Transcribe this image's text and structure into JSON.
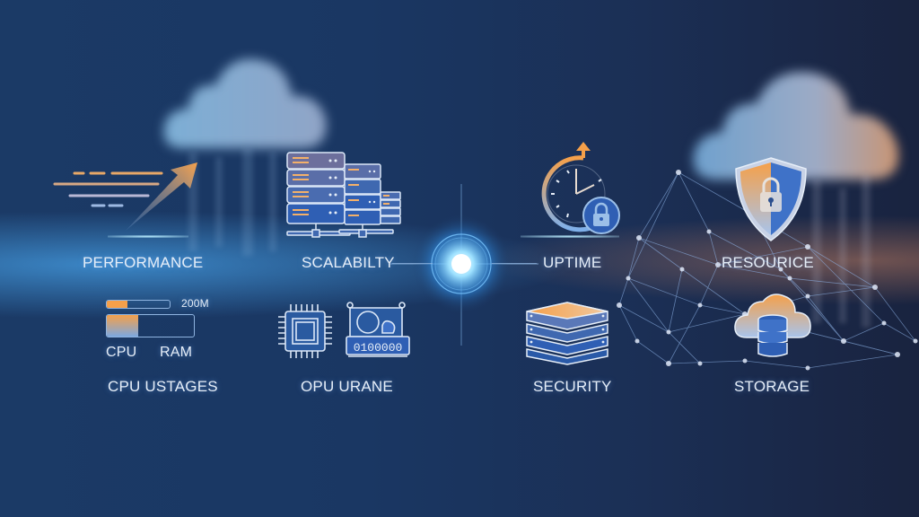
{
  "colors": {
    "background_left": "#1b3a66",
    "background_right": "#19233f",
    "accent_orange": "#f5a04a",
    "accent_blue": "#3b78d0",
    "glow": "#7fd4ff",
    "text": "#e6eef8"
  },
  "top_row": [
    {
      "id": "performance",
      "label": "PERFORMANCE",
      "icon": "rising-arrow-icon"
    },
    {
      "id": "scalability",
      "label": "SCALABILTY",
      "icon": "server-rack-icon"
    },
    {
      "id": "uptime",
      "label": "UPTIME",
      "icon": "clock-lock-icon"
    },
    {
      "id": "resource",
      "label": "RESOURICE",
      "icon": "shield-lock-icon"
    }
  ],
  "bottom_row": [
    {
      "id": "cpu-usages",
      "label": "CPU USTAGES",
      "icon": "usage-bars-icon"
    },
    {
      "id": "opu-urane",
      "label": "OPU URANE",
      "icon": "cpu-chip-icon"
    },
    {
      "id": "security",
      "label": "SECURITY",
      "icon": "stacked-layers-icon"
    },
    {
      "id": "storage",
      "label": "STORAGE",
      "icon": "cloud-database-icon"
    }
  ],
  "usage_widget": {
    "bar_value_label": "200M",
    "small_bar_fill_pct": 33,
    "large_bar_fill_pct": 30,
    "cpu_label": "CPU",
    "ram_label": "RAM"
  },
  "ram_module_bits": "0100000",
  "center": {
    "icon": "glowing-crosshair-icon"
  }
}
